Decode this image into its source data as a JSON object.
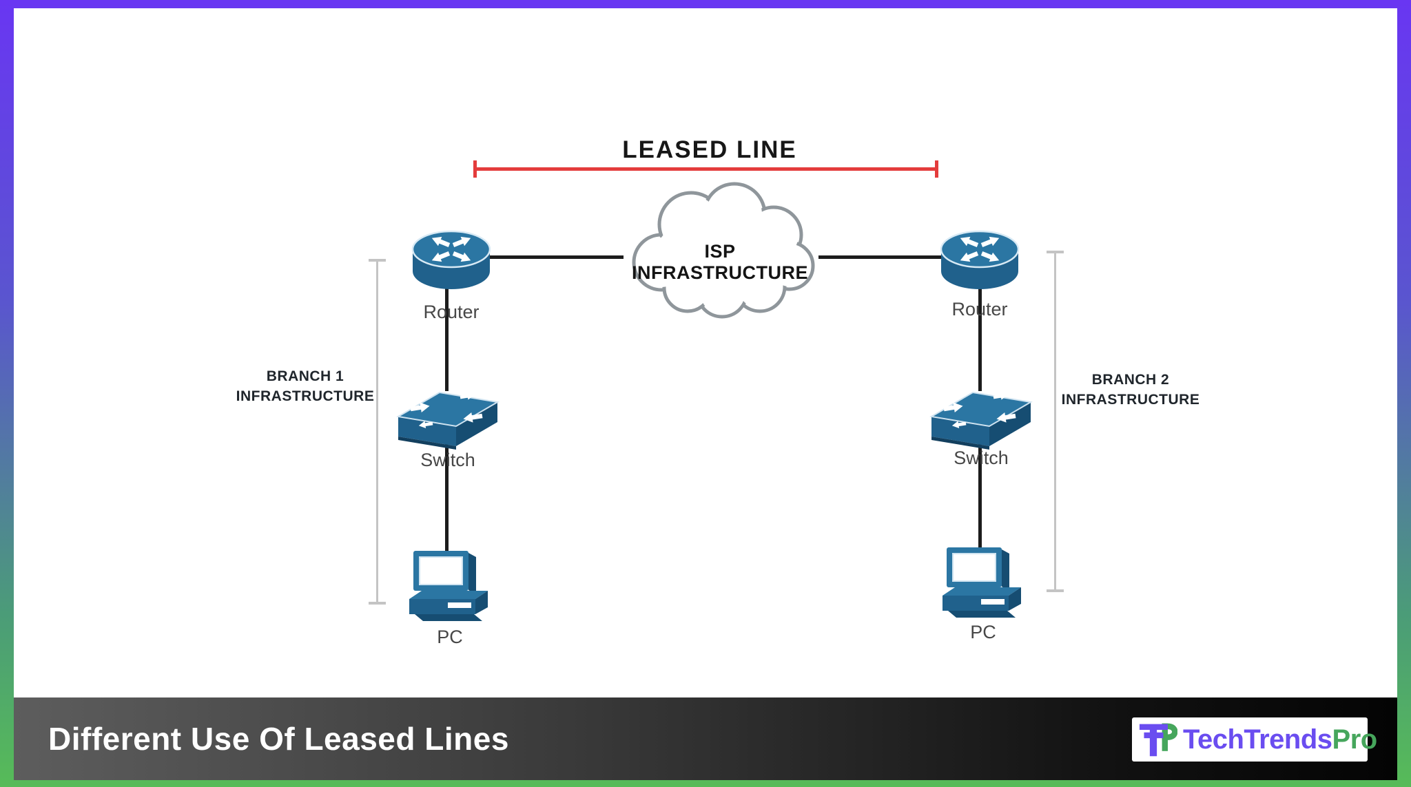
{
  "frame": {
    "border_top_color": "#6936f2",
    "border_bottom_color": "#57bb58"
  },
  "diagram": {
    "leased_line": {
      "label": "LEASED LINE",
      "color": "#e43c3c"
    },
    "cloud": {
      "label": "ISP INFRASTRUCTURE",
      "outline_color": "#8f969b"
    },
    "branch1": {
      "label_line1": "BRANCH 1",
      "label_line2": "INFRASTRUCTURE",
      "router_label": "Router",
      "switch_label": "Switch",
      "pc_label": "PC"
    },
    "branch2": {
      "label_line1": "BRANCH 2",
      "label_line2": "INFRASTRUCTURE",
      "router_label": "Router",
      "switch_label": "Switch",
      "pc_label": "PC"
    },
    "colors": {
      "device_blue": "#2b76a3",
      "device_blue_dark": "#20618c",
      "device_blue_deep": "#164d72",
      "connector": "#1c1c1c",
      "bracket": "#c4c4c4"
    }
  },
  "footer": {
    "title": "Different Use Of Leased Lines",
    "logo_text_primary": "TechTrends",
    "logo_text_secondary": "Pro",
    "logo_primary_color": "#6a4df0",
    "logo_secondary_color": "#46a65c"
  }
}
